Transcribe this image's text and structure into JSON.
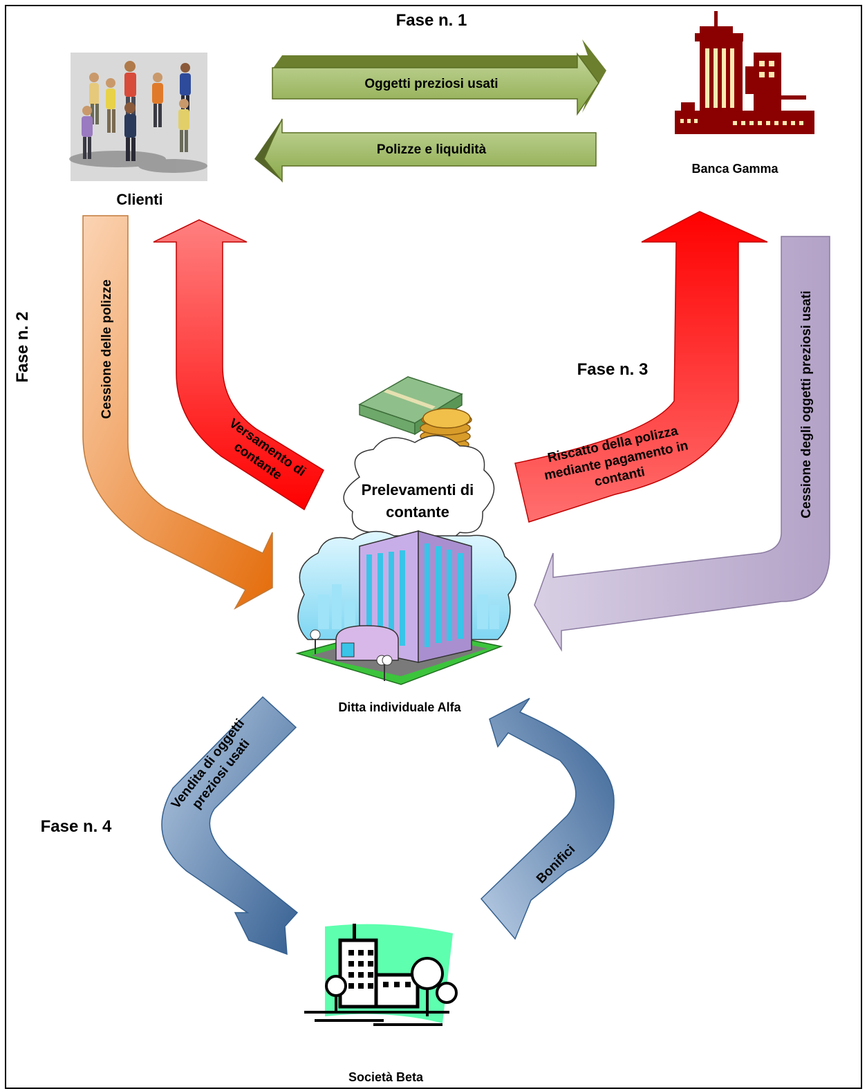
{
  "phases": {
    "fase1": "Fase n. 1",
    "fase2": "Fase n. 2",
    "fase3": "Fase n. 3",
    "fase4": "Fase n. 4"
  },
  "nodes": {
    "clienti": "Clienti",
    "banca": "Banca Gamma",
    "ditta": "Ditta individuale Alfa",
    "societa": "Società Beta",
    "cloud_line1": "Prelevamenti di",
    "cloud_line2": "contante"
  },
  "arrows": {
    "oggetti": "Oggetti preziosi usati",
    "polizze": "Polizze e liquidità",
    "cessione_polizze": "Cessione delle polizze",
    "versamento_line1": "Versamento di",
    "versamento_line2": "contante",
    "riscatto_line1": "Riscatto della polizza",
    "riscatto_line2": "mediante pagamento in",
    "riscatto_line3": "contanti",
    "cessione_oggetti": "Cessione degli oggetti preziosi usati",
    "vendita_line1": "Vendita di oggetti",
    "vendita_line2": "preziosi usati",
    "bonifici": "Bonifici"
  },
  "colors": {
    "green_arrow": "#9bbb59",
    "orange_arrow": "#e46c0a",
    "red_arrow": "#ff0000",
    "lavender_arrow": "#b3a2c7",
    "blue_arrow": "#4f81bd",
    "bank_icon": "#8b0000"
  },
  "icons": {
    "clienti": "people-group-icon",
    "banca": "bank-building-icon",
    "money": "money-coins-icon",
    "ditta": "office-building-icon",
    "societa": "company-building-icon"
  }
}
